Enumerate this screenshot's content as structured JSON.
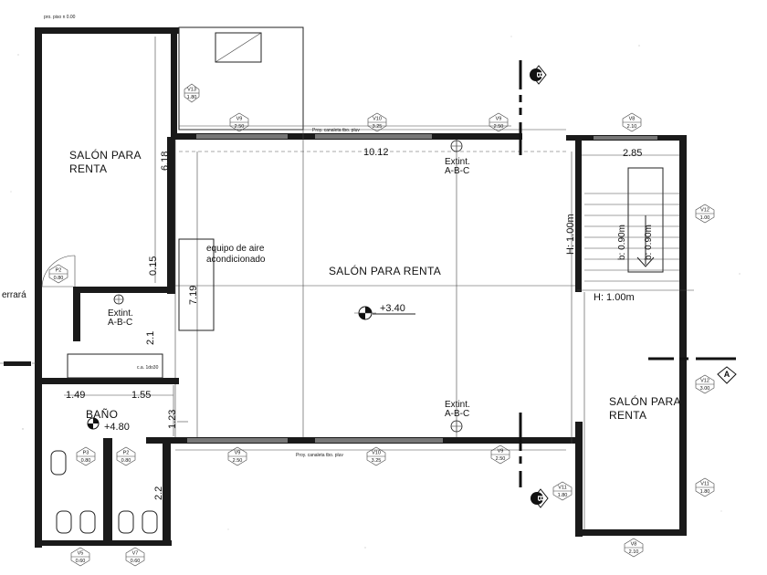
{
  "rooms": {
    "left_top": [
      "SALÓN PARA",
      "RENTA"
    ],
    "main": "SALÓN PARA RENTA",
    "right": [
      "SALÓN PARA",
      "RENTA"
    ],
    "bath": "BAÑO"
  },
  "dimensions": {
    "top_length": "10.12",
    "right_top": "2.85",
    "left_height": "6.18",
    "stair_height": "H: 1.00m",
    "landing": "H: 1.00m",
    "step_a": "b: 0.90m",
    "step_b": "b: 0.90m",
    "wall_15": "0.15",
    "gap_21": "2.1",
    "mid_719": "7.19",
    "bath_149": "1.49",
    "bath_155": "1.55",
    "bath_123": "1.23",
    "bath_22": "2.2"
  },
  "levels": {
    "main": "+3.40",
    "bath": "+4.80"
  },
  "annotations": {
    "aire": [
      "equipo de aire",
      "acondicionado"
    ],
    "extint_label": "Extint.",
    "extint_class": "A-B-C",
    "cerrar": "errará",
    "top_note": "pro. piso n 0.00",
    "proy_top": "Proy. canaleta tbo. pluv",
    "proy_bottom": "Proy. canaleta tbo. pluv",
    "mid_note": "c.a. 1do30"
  },
  "tags": {
    "v13": [
      "V13",
      "1.80"
    ],
    "v9_top": [
      "V9",
      "2.50"
    ],
    "v10_top": [
      "V10",
      "3.25"
    ],
    "v9_topright": [
      "V9",
      "2.50"
    ],
    "v8_top": [
      "V8",
      "2.10"
    ],
    "v12_top": [
      "V12",
      "1.00"
    ],
    "v12_mid": [
      "V12",
      "3.00"
    ],
    "p2_left": [
      "P2",
      "0.80"
    ],
    "v9_bottom": [
      "V9",
      "2.50"
    ],
    "v10_bottom": [
      "V10",
      "3.25"
    ],
    "v9_bottomright": [
      "V9",
      "2.50"
    ],
    "v11_a": [
      "V11",
      "1.80"
    ],
    "v11_b": [
      "V11",
      "1.80"
    ],
    "v8_bottom": [
      "V8",
      "2.10"
    ],
    "p3": [
      "P3",
      "0.80"
    ],
    "p2_bath": [
      "P2",
      "0.80"
    ],
    "v5": [
      "V5",
      "0.60"
    ],
    "v7": [
      "V7",
      "0.60"
    ]
  },
  "axes": {
    "b_top": "B",
    "b_bottom": "B",
    "a_right": "A"
  }
}
